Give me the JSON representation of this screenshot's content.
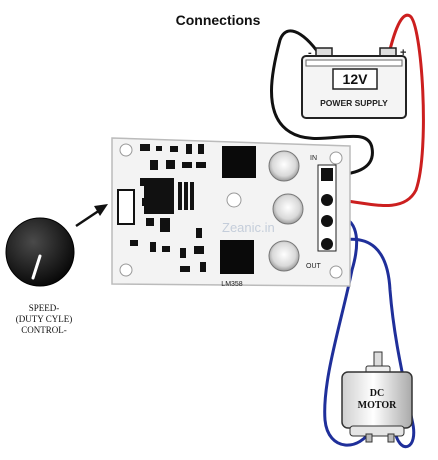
{
  "title": "Connections",
  "battery": {
    "voltage": "12V",
    "label": "POWER SUPPLY",
    "plus": "+",
    "minus": "-"
  },
  "board": {
    "in_label": "IN",
    "out_label": "OUT",
    "chip_text": "LM358",
    "watermark": "Zeanic.in"
  },
  "knob": {
    "label_lines": [
      "SPEED-",
      "(DUTY CYLE)",
      "CONTROL-"
    ]
  },
  "motor": {
    "label_lines": [
      "DC",
      "MOTOR"
    ]
  },
  "colors": {
    "positive_wire": "#cc1f1f",
    "negative_wire": "#111111",
    "motor_wire": "#1f2f9a",
    "board": "#f2f2f2",
    "component": "#111111"
  }
}
